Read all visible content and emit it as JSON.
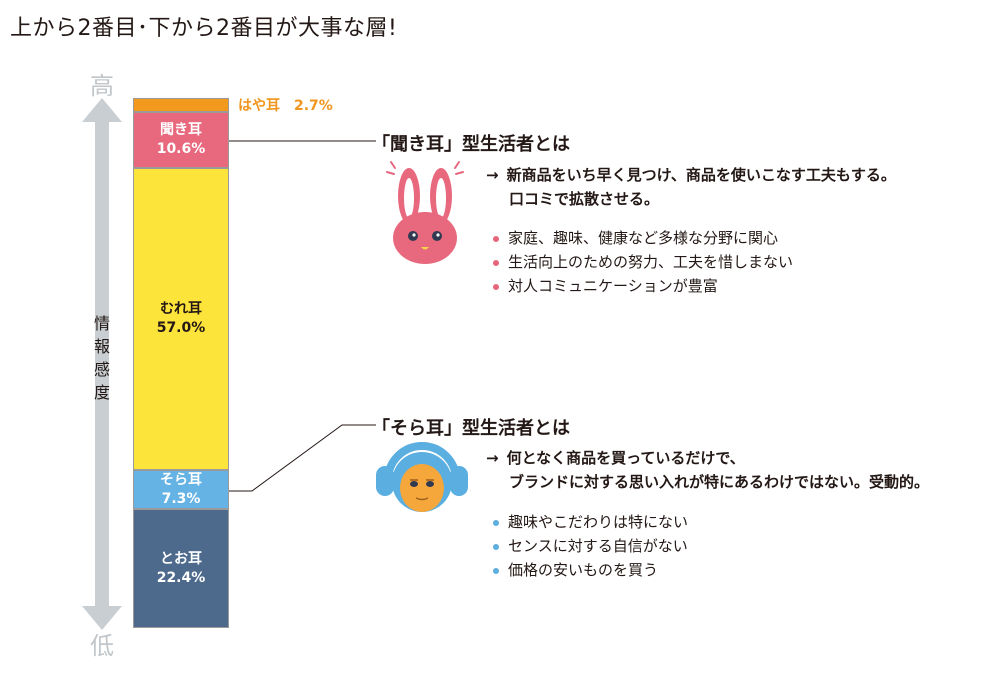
{
  "title": "上から2番目･下から2番目が大事な層!",
  "axis": {
    "high": "高",
    "low": "低",
    "label": "情報感度"
  },
  "chart_data": {
    "type": "bar",
    "stacked": true,
    "unit": "%",
    "title": "上から2番目･下から2番目が大事な層!",
    "ylabel": "情報感度",
    "ylim": [
      0,
      100
    ],
    "order_top_to_bottom": [
      "はや耳",
      "聞き耳",
      "むれ耳",
      "そら耳",
      "とお耳"
    ],
    "segments": [
      {
        "name": "はや耳",
        "value": 2.7,
        "label": "2.7%",
        "color": "#f39a1e"
      },
      {
        "name": "聞き耳",
        "value": 10.6,
        "label": "10.6%",
        "color": "#e8697e"
      },
      {
        "name": "むれ耳",
        "value": 57.0,
        "label": "57.0%",
        "color": "#fde43a"
      },
      {
        "name": "そら耳",
        "value": 7.3,
        "label": "7.3%",
        "color": "#64b3e4"
      },
      {
        "name": "とお耳",
        "value": 22.4,
        "label": "22.4%",
        "color": "#4d6a8c"
      }
    ]
  },
  "kikimimi": {
    "title": "「聞き耳」型生活者とは",
    "summary_arrow": "→",
    "summary_line1": "新商品をいち早く見つけ、商品を使いこなす工夫もする。",
    "summary_line2": "口コミで拡散させる。",
    "bullets": [
      "家庭、趣味、健康など多様な分野に関心",
      "生活向上のための努力、工夫を惜しまない",
      "対人コミュニケーションが豊富"
    ],
    "icon": "rabbit-icon",
    "color": "#e66680"
  },
  "soramimi": {
    "title": "「そら耳」型生活者とは",
    "summary_arrow": "→",
    "summary_line1": "何となく商品を買っているだけで、",
    "summary_line2": "ブランドに対する思い入れが特にあるわけではない。受動的。",
    "bullets": [
      "趣味やこだわりは特にない",
      "センスに対する自信がない",
      "価格の安いものを買う"
    ],
    "icon": "monkey-headphones-icon",
    "color": "#5aaee0"
  }
}
